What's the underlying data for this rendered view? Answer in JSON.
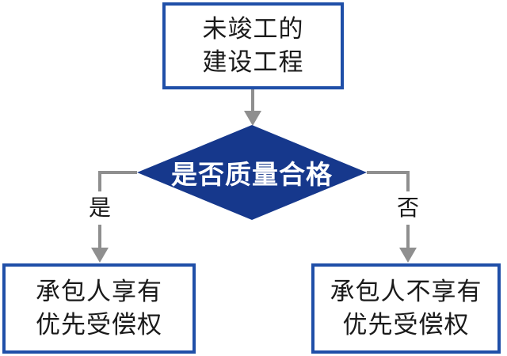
{
  "flowchart": {
    "start_node": {
      "lines": [
        "未竣工的",
        "建设工程"
      ]
    },
    "decision_node": {
      "label": "是否质量合格"
    },
    "yes_branch": {
      "label": "是",
      "result_lines": [
        "承包人享有",
        "优先受偿权"
      ]
    },
    "no_branch": {
      "label": "否",
      "result_lines": [
        "承包人不享有",
        "优先受偿权"
      ]
    },
    "colors": {
      "node_border": "#1f4fa8",
      "decision_fill": "#16388c",
      "connector_gray": "#8f8f8f",
      "text": "#1a1a1a",
      "decision_text": "#ffffff",
      "background": "#ffffff"
    }
  }
}
